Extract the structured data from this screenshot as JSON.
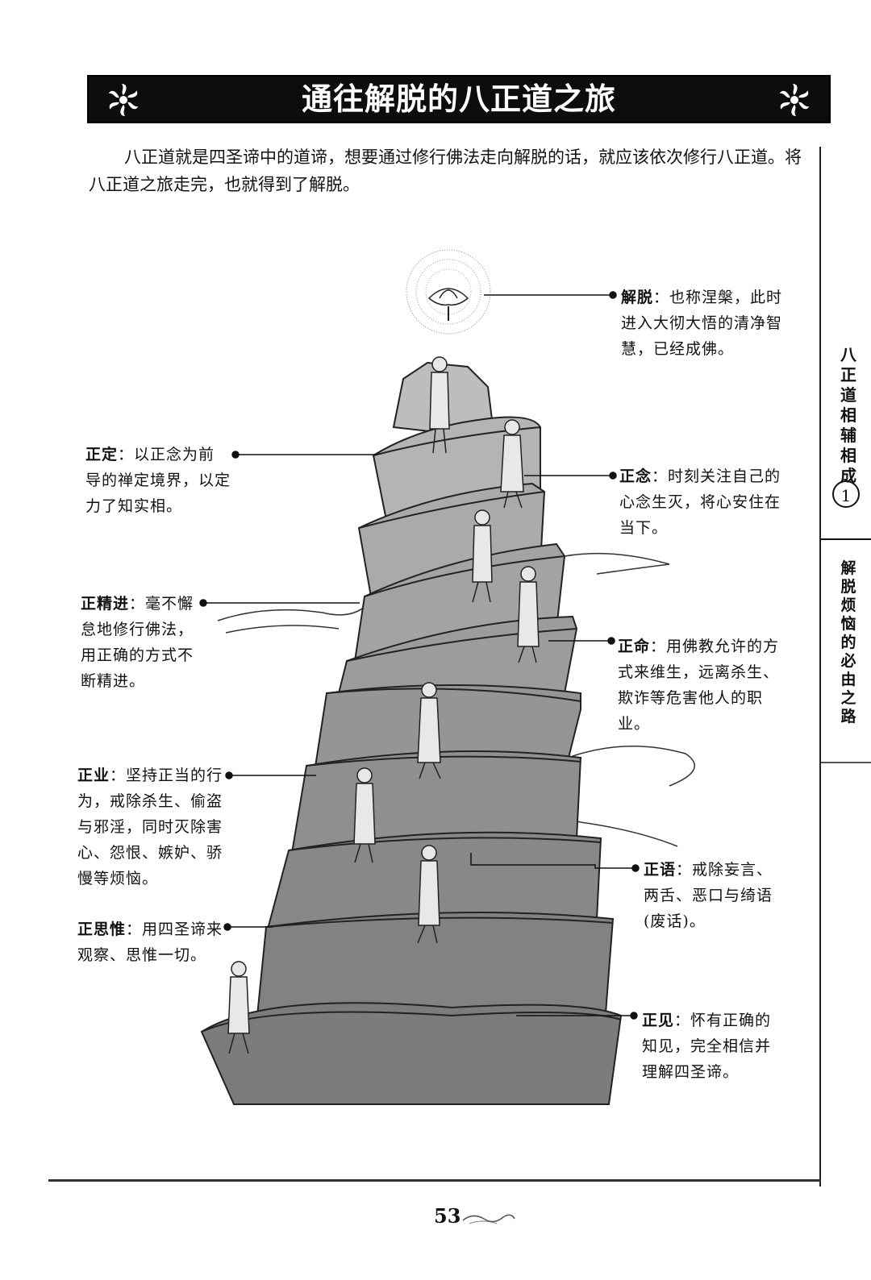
{
  "title": "通往解脱的八正道之旅",
  "intro": "八正道就是四圣谛中的道谛，想要通过修行佛法走向解脱的话，就应该依次修行八正道。将八正道之旅走完，也就得到了解脱。",
  "side_tab": {
    "section": "八正道相辅相成",
    "number": "1",
    "chapter": "解脱烦恼的必由之路"
  },
  "page_number": "53",
  "labels": {
    "jietuo": {
      "term": "解脱",
      "text": "：也称涅槃，此时进入大彻大悟的清净智慧，已经成佛。"
    },
    "zhengding": {
      "term": "正定",
      "text": "：以正念为前导的禅定境界，以定力了知实相。"
    },
    "zhengnian": {
      "term": "正念",
      "text": "：时刻关注自己的心念生灭，将心安住在当下。"
    },
    "zhengjingjin": {
      "term": "正精进",
      "text": "：毫不懈怠地修行佛法，用正确的方式不断精进。"
    },
    "zhengming": {
      "term": "正命",
      "text": "：用佛教允许的方式来维生，远离杀生、欺诈等危害他人的职业。"
    },
    "zhengye": {
      "term": "正业",
      "text": "：坚持正当的行为，戒除杀生、偷盗与邪淫，同时灭除害心、怨恨、嫉妒、骄慢等烦恼。"
    },
    "zhengyu": {
      "term": "正语",
      "text": "：戒除妄言、两舌、恶口与绮语(废话)。"
    },
    "zhengsiwei": {
      "term": "正思惟",
      "text": "：用四圣谛来观察、思惟一切。"
    },
    "zhengjian": {
      "term": "正见",
      "text": "：怀有正确的知见，完全相信并理解四圣谛。"
    }
  }
}
